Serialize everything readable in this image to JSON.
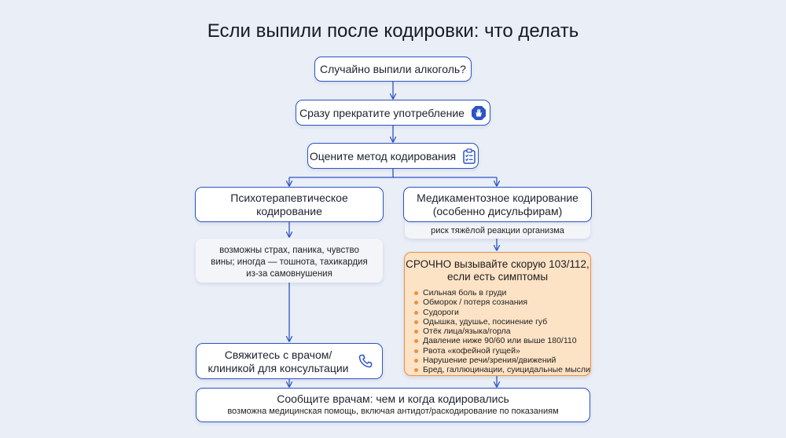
{
  "title": "Если выпили после кодировки: что делать",
  "nodes": {
    "start": "Случайно выпили алкоголь?",
    "stop": "Сразу прекратите употребление",
    "assess": "Оцените метод кодирования",
    "psycho": "Психотерапевтическое кодирование",
    "medical": "Медикаментозное кодирование (особенно дисульфирам)",
    "medical_note": "риск тяжёлой реакции организма",
    "psycho_note": "возможны страх, паника, чувство вины; иногда — тошнота, тахикардия из-за самовнушения",
    "contact": "Свяжитесь с врачом/клиникой для консультации",
    "urgent_title": "СРОЧНО вызывайте скорую 103/112, если есть симптомы",
    "symptoms": [
      "Сильная боль в груди",
      "Обморок / потеря сознания",
      "Судороги",
      "Одышка, удушье, посинение губ",
      "Отёк лица/языка/горла",
      "Давление ниже 90/60 или выше 180/110",
      "Рвота «кофейной гущей»",
      "Нарушение речи/зрения/движений",
      "Бред, галлюцинации, суицидальные мысли"
    ],
    "tell_doctor": "Сообщите врачам: чем и когда кодировались",
    "tell_doctor_sub": "возможна медицинская помощь, включая антидот/раскодирование по показаниям"
  },
  "icons": {
    "stop": "stop-hand-icon",
    "assess": "clipboard-check-icon",
    "contact": "phone-icon"
  },
  "colors": {
    "accent": "#2d54c4",
    "background": "#e9eef7",
    "urgent_fill": "#fde3c6",
    "urgent_border": "#ec8f45"
  }
}
